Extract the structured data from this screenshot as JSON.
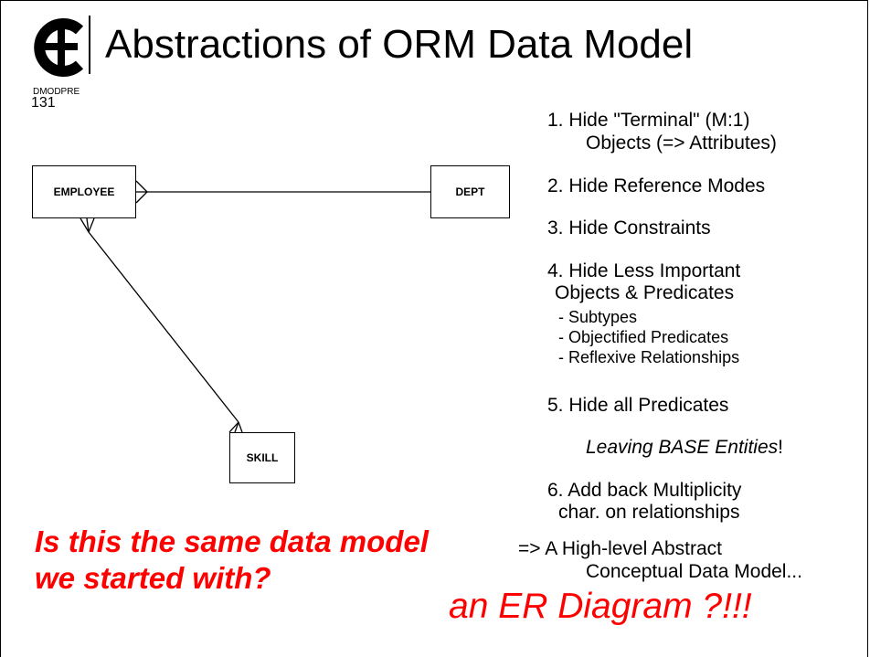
{
  "slide": {
    "title": "Abstractions of ORM Data Model",
    "slide_code": "DMODPRE",
    "slide_number": "131"
  },
  "diagram": {
    "entities": {
      "employee": "EMPLOYEE",
      "dept": "DEPT",
      "skill": "SKILL"
    },
    "relationships": [
      {
        "from": "employee",
        "to": "dept",
        "from_end": "many",
        "to_end": "one"
      },
      {
        "from": "employee",
        "to": "skill",
        "from_end": "many",
        "to_end": "many"
      }
    ]
  },
  "steps": {
    "step1_line1": "1. Hide \"Terminal\" (M:1)",
    "step1_line2": "Objects (=> Attributes)",
    "step2": "2. Hide Reference Modes",
    "step3": "3. Hide Constraints",
    "step4_line1": "4. Hide Less Important",
    "step4_line2": "Objects & Predicates",
    "step4_sub": [
      "- Subtypes",
      "- Objectified Predicates",
      "- Reflexive Relationships"
    ],
    "step5": "5. Hide all Predicates",
    "step5_note": "Leaving BASE Entities",
    "step5_note_suffix": "!",
    "step6_line1": "6. Add back Multiplicity",
    "step6_line2": "char. on relationships",
    "conclusion_line1": "=> A High-level Abstract",
    "conclusion_line2": "Conceptual Data Model..."
  },
  "question": {
    "line1": "Is this the same data model",
    "line2": "we started with?"
  },
  "er_question": "an ER Diagram ?!!!",
  "colors": {
    "highlight": "#ff0000",
    "text": "#000000"
  },
  "icons": {
    "logo": "ce-logo-icon"
  }
}
